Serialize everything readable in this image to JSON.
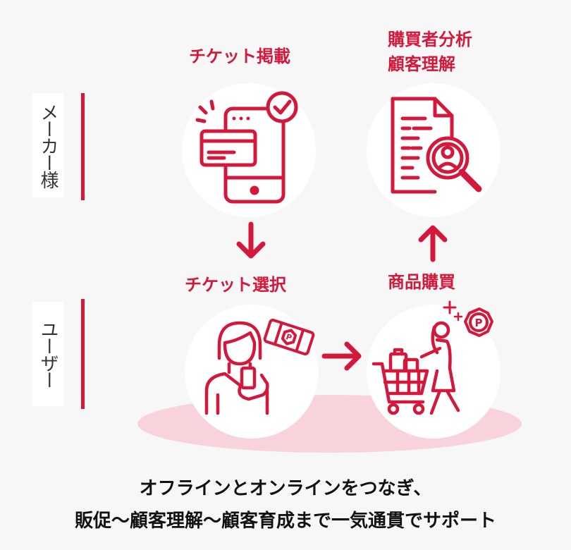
{
  "roles": {
    "maker": "メーカー様",
    "user": "ユーザー"
  },
  "steps": {
    "ticket_post": "チケット掲載",
    "buyer_analysis_line1": "購買者分析",
    "buyer_analysis_line2": "顧客理解",
    "ticket_select": "チケット選択",
    "product_purchase": "商品購買"
  },
  "icons": {
    "phone_payment": "phone-card-check-icon",
    "document_analysis": "document-magnifier-person-icon",
    "user_phone": "person-with-phone-icon",
    "coupon": "coupon-ticket-icon",
    "shopping": "person-shopping-cart-icon",
    "point": "point-badge-icon"
  },
  "footer": {
    "line1": "オフラインとオンラインをつなぎ、",
    "line2": "販促〜顧客理解〜顧客育成まで一気通貫でサポート"
  },
  "colors": {
    "accent": "#d4183b",
    "pink_ellipse": "#f7d2db",
    "background": "#f7f7f7"
  }
}
